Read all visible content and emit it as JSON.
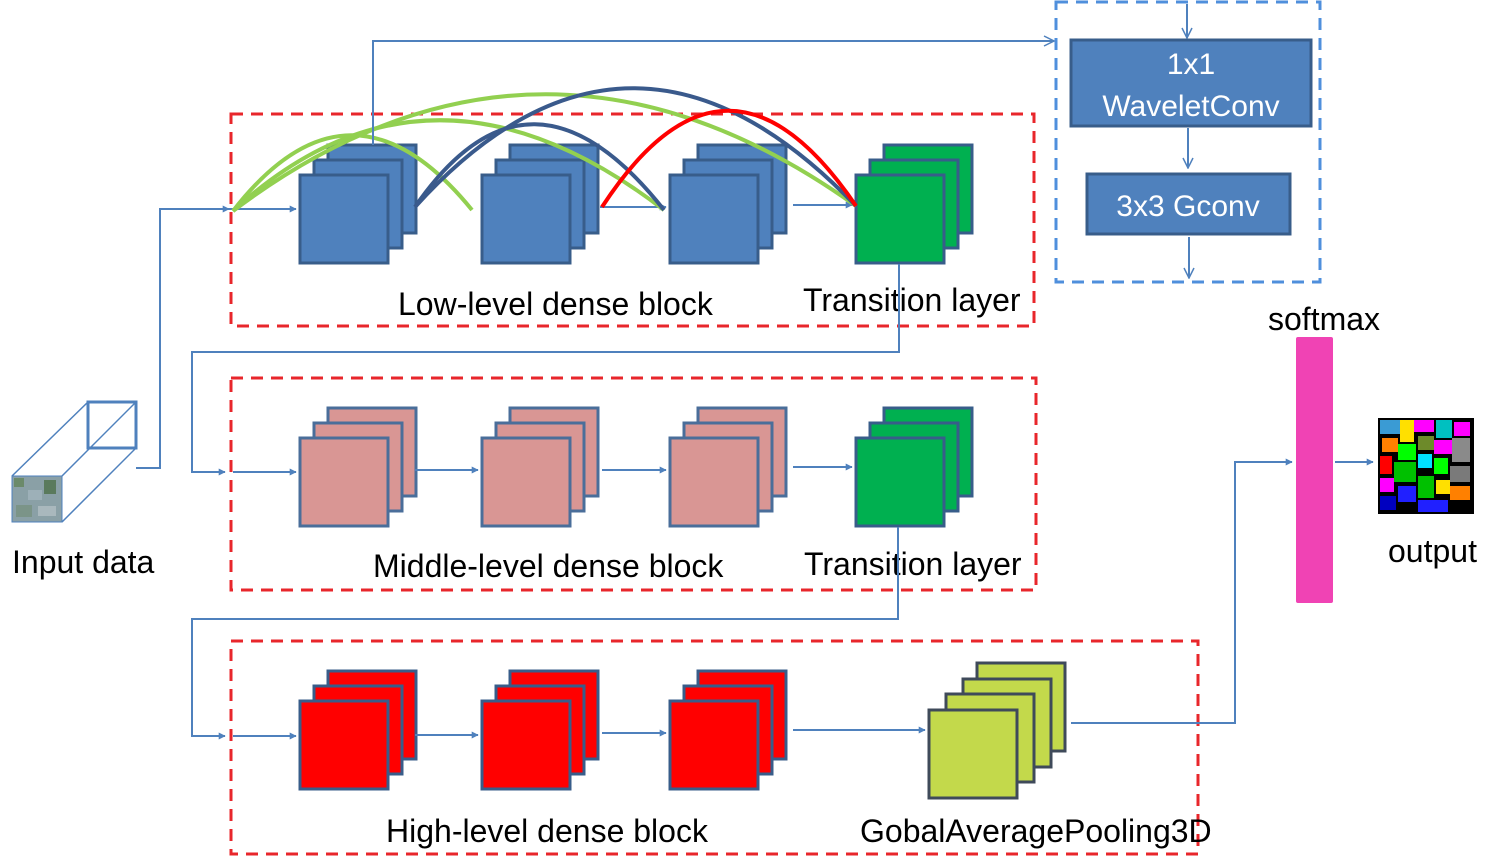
{
  "labels": {
    "input": "Input data",
    "low_block": "Low-level dense block",
    "middle_block": "Middle-level dense block",
    "high_block": "High-level dense block",
    "transition_1": "Transition layer",
    "transition_2": "Transition layer",
    "pooling": "GobalAveragePooling3D",
    "softmax": "softmax",
    "output": "output",
    "wavelet_line1": "1x1",
    "wavelet_line2": "WaveletConv",
    "gconv": "3x3 Gconv"
  },
  "colors": {
    "low_level": "#4f81bd",
    "middle_level": "#d99694",
    "high_level": "#ff0000",
    "transition": "#00b050",
    "pooling": "#c3d94b",
    "softmax": "#f043b4",
    "arrow": "#4f81bd",
    "dashed_block_border": "#e8262b",
    "dashed_detail_border": "#4f8fdc",
    "skip_green": "#92d050",
    "skip_navy": "#3a5a8c",
    "skip_red": "#ff0000"
  },
  "icons": {
    "input": "hyperspectral-cube-icon",
    "output": "classification-map-icon"
  }
}
